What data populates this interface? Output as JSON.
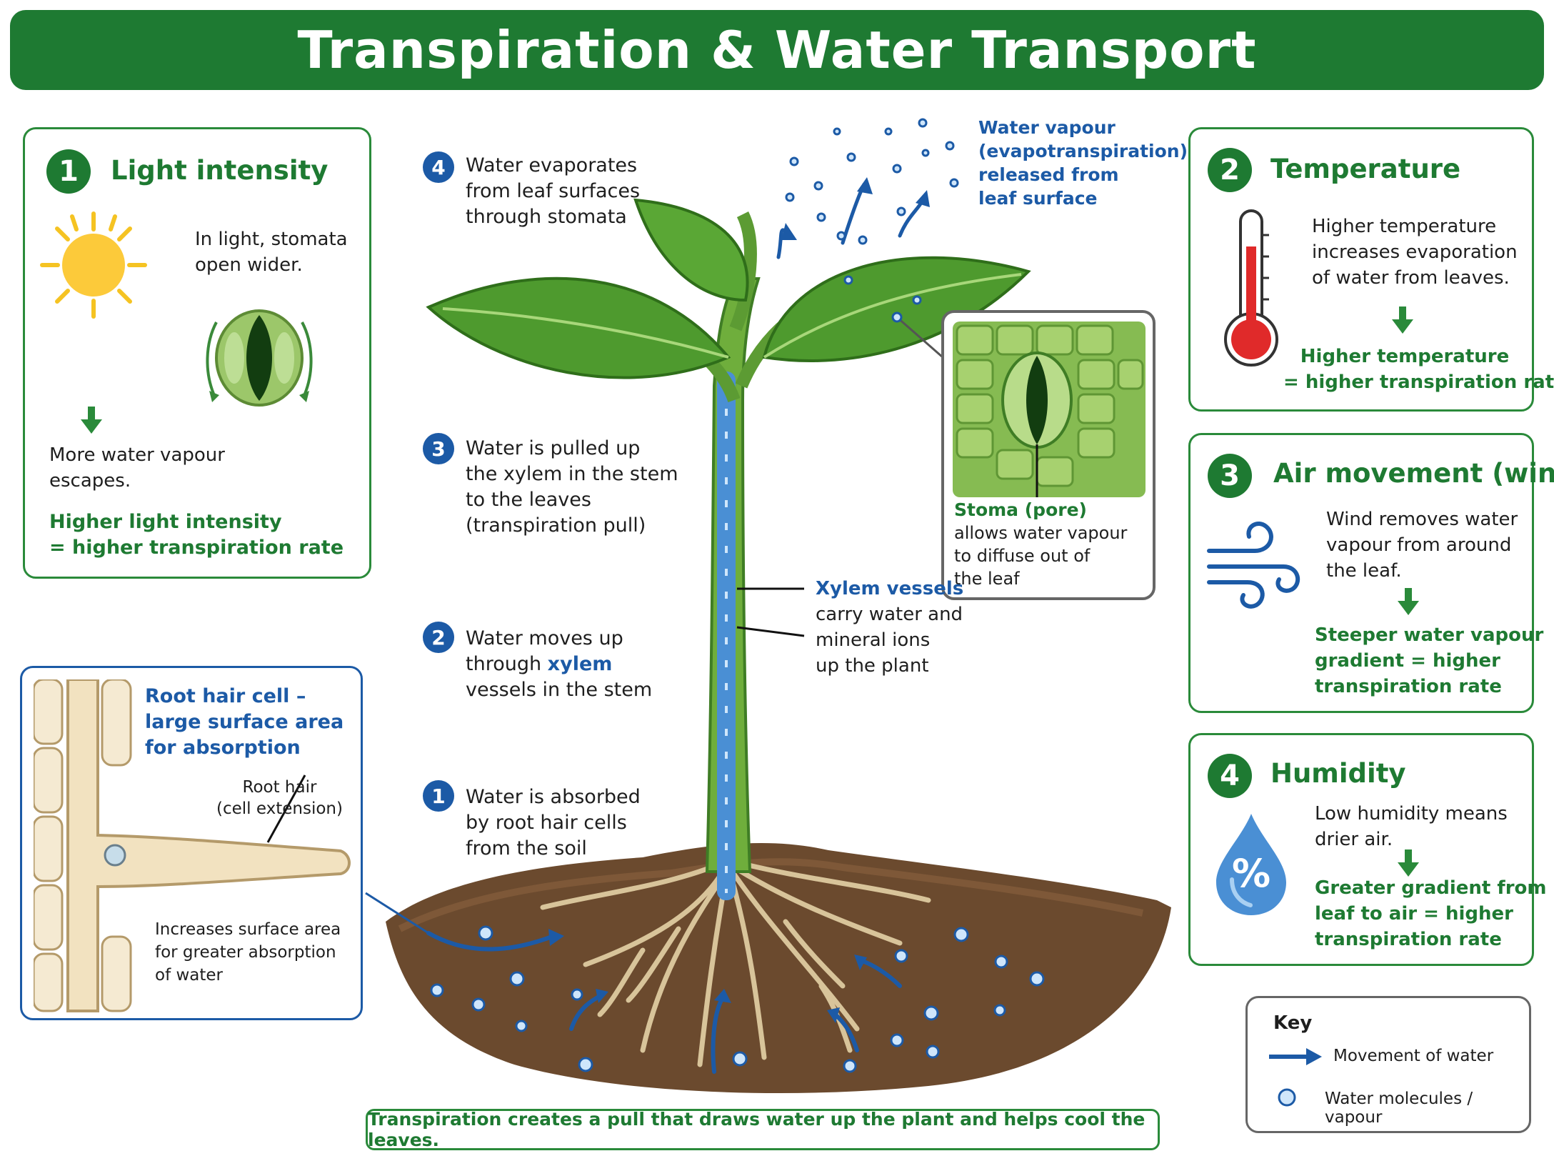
{
  "title": "Transpiration & Water Transport",
  "factors": [
    {
      "num": "1",
      "title": "Light intensity",
      "desc": [
        "In light, stomata",
        "open wider."
      ],
      "effect": [
        "More water vapour",
        "escapes."
      ],
      "result": [
        "Higher light intensity",
        "= higher transpiration rate"
      ]
    },
    {
      "num": "2",
      "title": "Temperature",
      "desc": [
        "Higher temperature",
        "increases evaporation",
        "of water from leaves."
      ],
      "result": [
        "Higher temperature",
        "= higher transpiration rate"
      ]
    },
    {
      "num": "3",
      "title": "Air movement (wind)",
      "desc": [
        "Wind removes water",
        "vapour from around",
        "the leaf."
      ],
      "result": [
        "Steeper water vapour",
        "gradient = higher",
        "transpiration rate"
      ]
    },
    {
      "num": "4",
      "title": "Humidity",
      "desc": [
        "Low humidity means",
        "drier air."
      ],
      "result": [
        "Greater gradient from",
        "leaf to air = higher",
        "transpiration rate"
      ]
    }
  ],
  "steps": [
    {
      "num": "4",
      "lines": [
        "Water evaporates",
        "from leaf surfaces",
        "through stomata"
      ]
    },
    {
      "num": "3",
      "lines": [
        "Water is pulled up",
        "the xylem in the stem",
        "to the leaves",
        "(transpiration pull)"
      ]
    },
    {
      "num": "2",
      "lines": [
        "Water moves up"
      ],
      "highlight_pre": "through ",
      "highlight": "xylem",
      "after": "vessels in the stem"
    },
    {
      "num": "1",
      "lines": [
        "Water is absorbed",
        "by root hair cells",
        "from the soil"
      ]
    }
  ],
  "vapour_label": [
    "Water vapour",
    "(evapotranspiration)",
    "released from",
    "leaf surface"
  ],
  "xylem": {
    "title": "Xylem vessels",
    "lines": [
      "carry water and",
      "mineral ions",
      "up the plant"
    ]
  },
  "stoma": {
    "title": "Stoma (pore)",
    "lines": [
      "allows water vapour",
      "to diffuse out of",
      "the leaf"
    ]
  },
  "root_hair": {
    "title": [
      "Root hair cell –",
      "large surface area",
      "for absorption"
    ],
    "label": [
      "Root hair",
      "(cell extension)"
    ],
    "desc": [
      "Increases surface area",
      "for greater absorption",
      "of water"
    ]
  },
  "humidity_symbol": "%",
  "footer": "Transpiration creates a pull that draws water up the plant and helps cool the leaves.",
  "key": {
    "title": "Key",
    "items": [
      "Movement of water",
      "Water molecules / vapour"
    ]
  },
  "colors": {
    "green": "#1e7a32",
    "blue": "#1c5aa6",
    "soil": "#6b4a2e",
    "leaf": "#4e9a2e"
  }
}
